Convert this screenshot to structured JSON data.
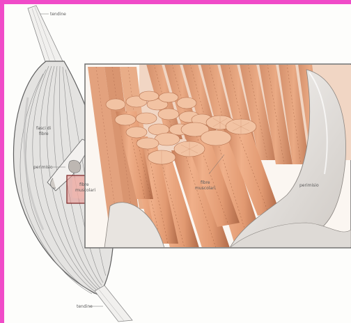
{
  "colors": {
    "frame": "#f04bc8",
    "panel_border": "#6e6e6e",
    "fibre": "#e8a57e",
    "fibre_end": "#f3c7a8",
    "fibre_shadow": "#b8724f",
    "sheath": "#ece9e6",
    "muscle_line": "#7a7a7a"
  },
  "labels": {
    "tendine_top": "tendine",
    "fasci": "fasci di",
    "fasci_line2": "fibre",
    "perimisio_left": "perimisio",
    "fibre_inset": "fibre",
    "fibre_inset_line2": "muscolari",
    "fibre_main": "fibre",
    "fibre_main_line2": "muscolari",
    "perimisio_right": "perimisio",
    "tendine_bottom": "tendine"
  },
  "icons": [
    "muscle-illustration",
    "fibre-bundle-illustration"
  ]
}
